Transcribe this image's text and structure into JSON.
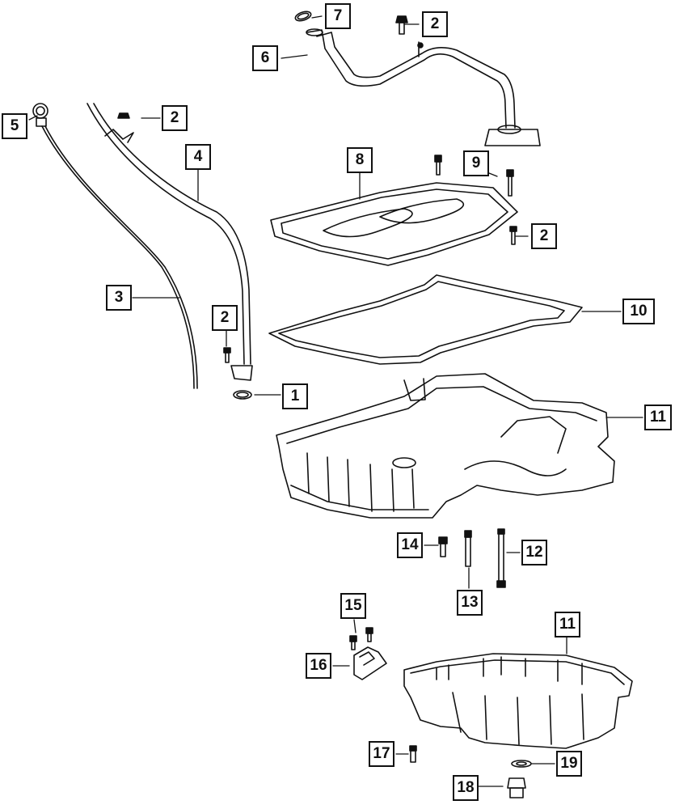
{
  "callouts": [
    {
      "id": "c7",
      "label": "7"
    },
    {
      "id": "c2a",
      "label": "2"
    },
    {
      "id": "c6",
      "label": "6"
    },
    {
      "id": "c5",
      "label": "5"
    },
    {
      "id": "c2b",
      "label": "2"
    },
    {
      "id": "c4",
      "label": "4"
    },
    {
      "id": "c8",
      "label": "8"
    },
    {
      "id": "c9",
      "label": "9"
    },
    {
      "id": "c2c",
      "label": "2"
    },
    {
      "id": "c3",
      "label": "3"
    },
    {
      "id": "c10",
      "label": "10"
    },
    {
      "id": "c2d",
      "label": "2"
    },
    {
      "id": "c1",
      "label": "1"
    },
    {
      "id": "c11a",
      "label": "11"
    },
    {
      "id": "c14",
      "label": "14"
    },
    {
      "id": "c12",
      "label": "12"
    },
    {
      "id": "c13",
      "label": "13"
    },
    {
      "id": "c15",
      "label": "15"
    },
    {
      "id": "c11b",
      "label": "11"
    },
    {
      "id": "c16",
      "label": "16"
    },
    {
      "id": "c17",
      "label": "17"
    },
    {
      "id": "c19",
      "label": "19"
    },
    {
      "id": "c18",
      "label": "18"
    }
  ]
}
